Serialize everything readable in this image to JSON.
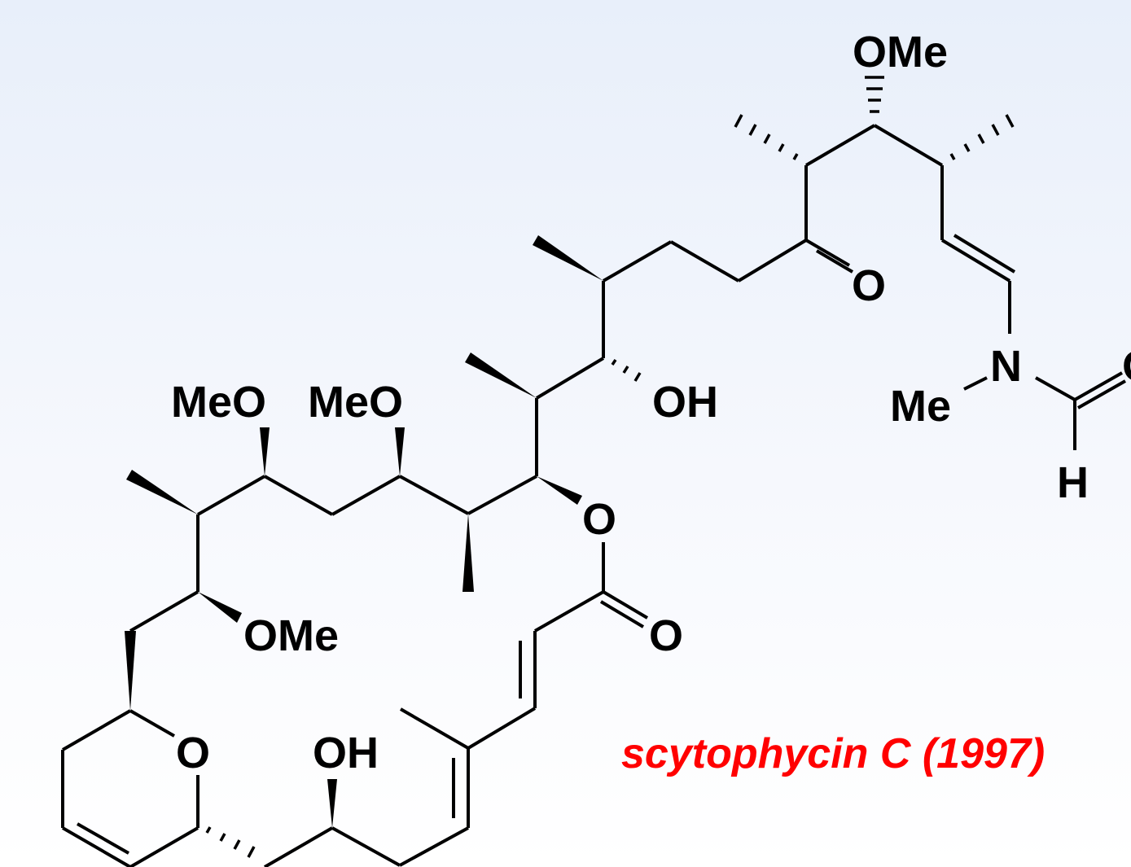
{
  "caption": {
    "text": "scytophycin C (1997)",
    "color": "#ff0000"
  },
  "atom_labels": {
    "ome_top": "OMe",
    "ketone_o": "O",
    "oh_upper": "OH",
    "n": "N",
    "me_n": "Me",
    "formyl_o": "O",
    "formyl_h": "H",
    "meo_left": "MeO",
    "meo_right": "MeO",
    "ester_o": "O",
    "carbonyl_o": "O",
    "ome_lower": "OMe",
    "ring_o": "O",
    "oh_lower": "OH"
  },
  "colors": {
    "bond": "#000000",
    "background_top": "#e8effa",
    "background_bottom": "#ffffff"
  }
}
